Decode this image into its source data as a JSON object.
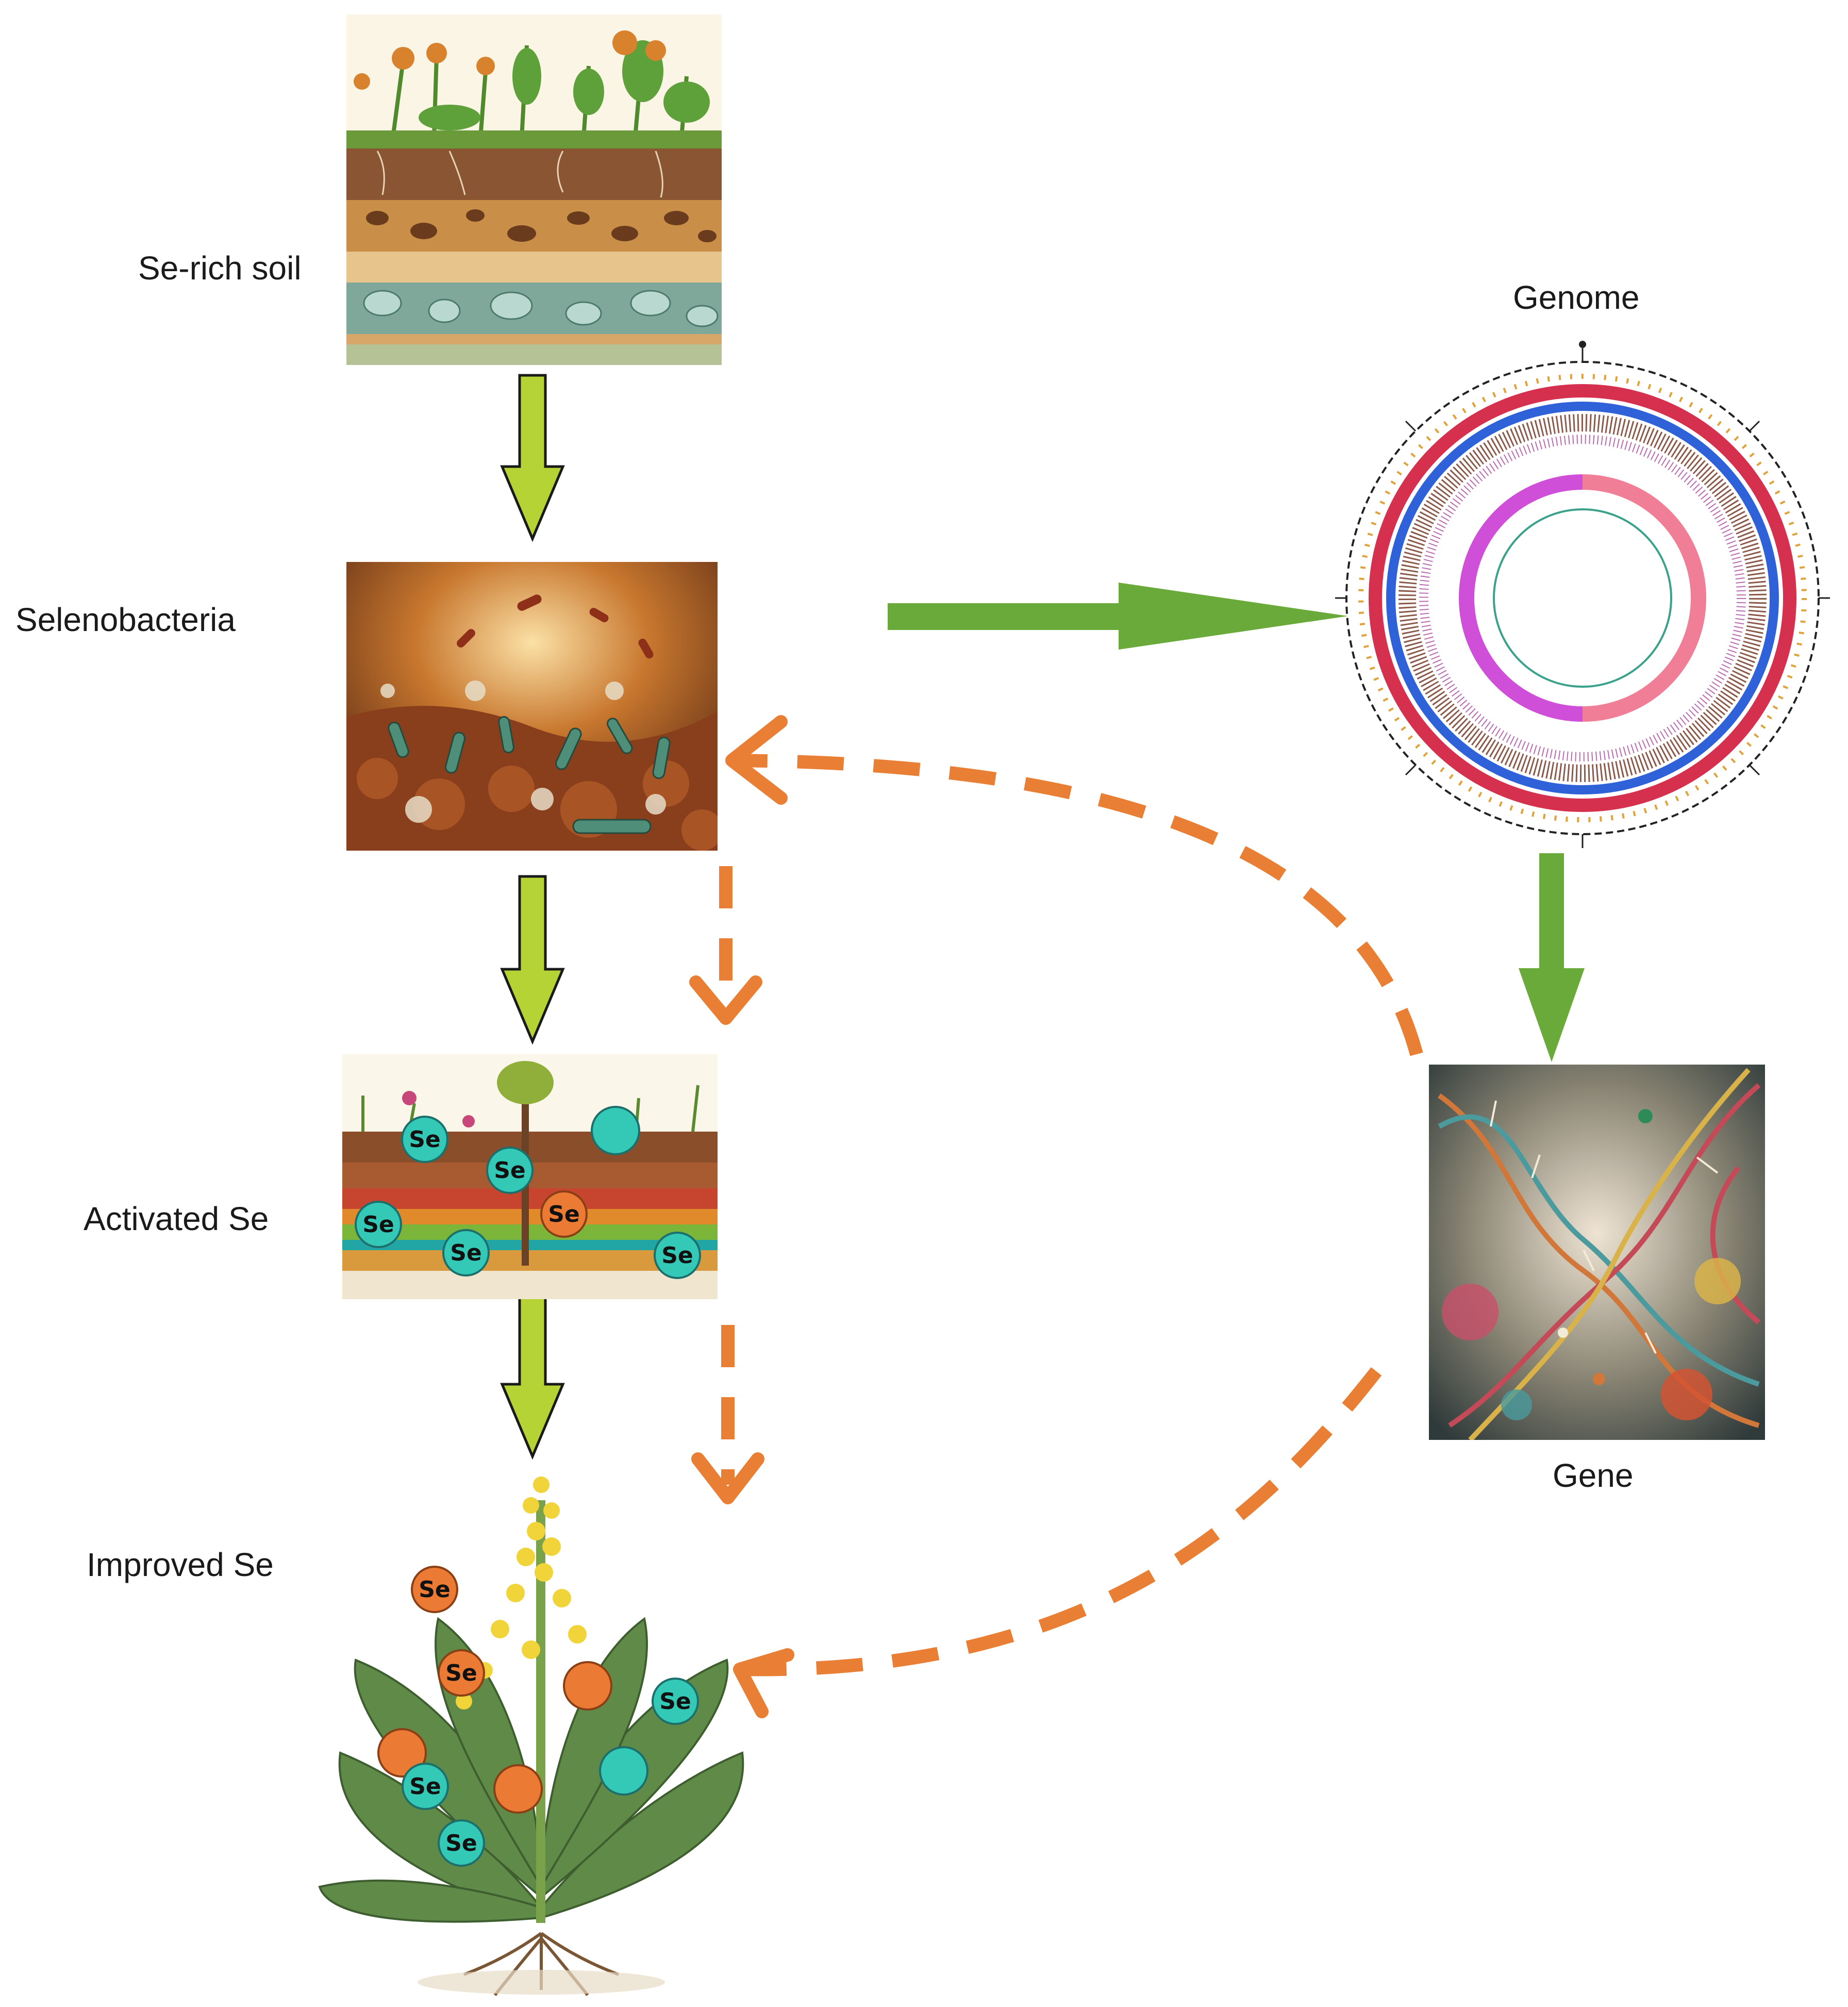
{
  "labels": {
    "se_rich_soil": "Se-rich soil",
    "selenobacteria": "Selenobacteria",
    "activated_se": "Activated Se",
    "improved_se": "Improved Se",
    "genome": "Genome",
    "gene": "Gene"
  },
  "badges": {
    "se": "Se"
  },
  "colors": {
    "main_flow_arrow": "#b5d334",
    "arrow_outline": "#1a1a1a",
    "genome_flow_arrow": "#6aaa3a",
    "feedback_dashed_arrow": "#e97f34",
    "se_badge_teal": "#33c9b6",
    "se_badge_orange": "#ea7a34"
  },
  "icons": {
    "soil_panel": "soil-layers-image",
    "bacteria_panel": "soil-bacteria-image",
    "activated_panel": "activated-selenium-soil-image",
    "plant_panel": "flowering-plant-image",
    "genome_panel": "circular-genome-map",
    "gene_panel": "dna-helix-image"
  }
}
